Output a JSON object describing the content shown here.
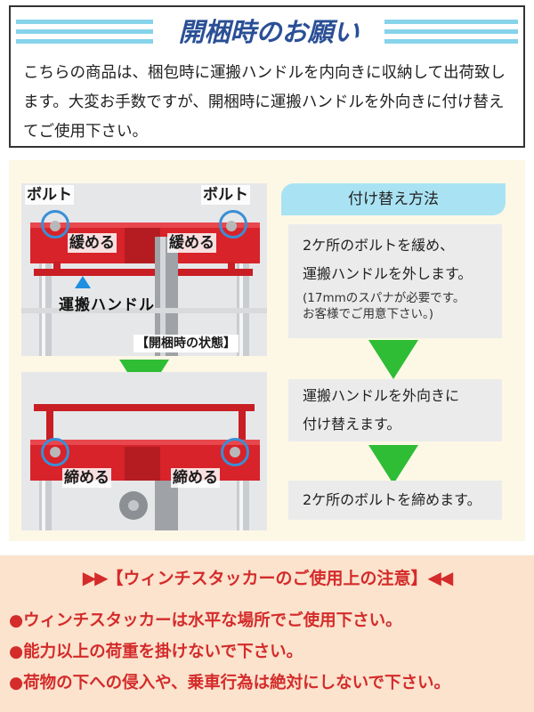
{
  "notice": {
    "title": "開梱時のお願い",
    "body": "こちらの商品は、梱包時に運搬ハンドルを内向きに収納して出荷致します。大変お手数ですが、開梱時に運搬ハンドルを外向きに付け替えてご使用下さい。"
  },
  "photos": {
    "top": {
      "bolt_left": "ボルト",
      "bolt_right": "ボルト",
      "loosen_left": "緩める",
      "loosen_right": "緩める",
      "handle_label": "運搬ハンドル",
      "state_label": "【開梱時の状態】"
    },
    "bottom": {
      "tighten_left": "締める",
      "tighten_right": "締める"
    }
  },
  "method": {
    "header": "付け替え方法",
    "step1_line1": "2ケ所のボルトを緩め、",
    "step1_line2": "運搬ハンドルを外します。",
    "step1_note1": "(17mmのスパナが必要です。",
    "step1_note2": "お客様でご用意下さい。)",
    "step2_line1": "運搬ハンドルを外向きに",
    "step2_line2": "付け替えます。",
    "step3": "2ケ所のボルトを締めます。"
  },
  "cautions": {
    "title": "【ウィンチスタッカーのご使用上の注意】",
    "items": [
      "●ウィンチスタッカーは水平な場所でご使用下さい。",
      "●能力以上の荷重を掛けないで下さい。",
      "●荷物の下への侵入や、乗車行為は絶対にしないで下さい。"
    ]
  },
  "colors": {
    "title_blue": "#2a4f96",
    "stripe_blue": "#86d3ea",
    "header_blue": "#a9e3f3",
    "arrow_green": "#2fbd35",
    "frame_red": "#d8232a",
    "caution_red": "#d42b2b",
    "panel_cream": "#fdf8e6",
    "panel_peach": "#fbe3cd"
  }
}
